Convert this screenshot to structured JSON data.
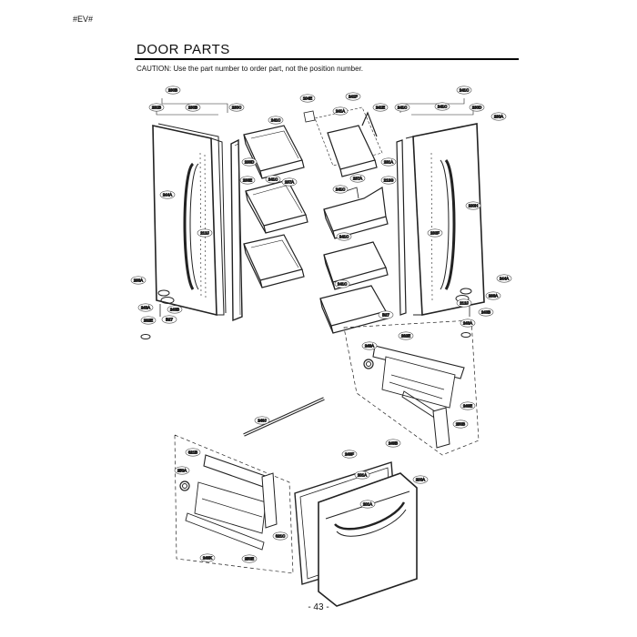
{
  "header": {
    "code": "#EV#"
  },
  "title": "DOOR PARTS",
  "caution": "CAUTION: Use the part number to order part, not the position number.",
  "page_number": "- 43 -",
  "labels": [
    "230B",
    "231B",
    "230B",
    "230C",
    "244A",
    "212J",
    "268A",
    "243A",
    "243B",
    "B27",
    "262E",
    "104E",
    "241F",
    "241A",
    "241E",
    "241C",
    "233D",
    "233E",
    "241C",
    "237A",
    "241C",
    "241C",
    "241C",
    "237A",
    "241C",
    "241C",
    "241C",
    "230D",
    "230A",
    "231A",
    "212G",
    "230H",
    "233F",
    "244A",
    "212J",
    "268A",
    "243B",
    "243A",
    "B27",
    "262E",
    "249A",
    "249E",
    "250B",
    "249J",
    "621B",
    "250A",
    "621C",
    "250E",
    "249K",
    "249F",
    "249B",
    "201A",
    "200A",
    "201A",
    "212A",
    "212J"
  ]
}
